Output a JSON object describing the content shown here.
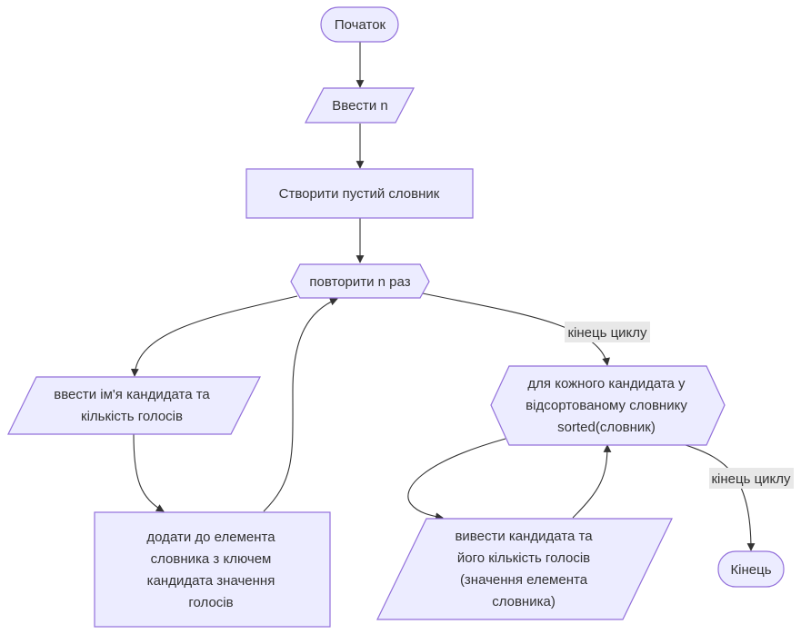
{
  "flowchart": {
    "nodes": {
      "start": [
        "Початок"
      ],
      "input_n": [
        "Ввести n"
      ],
      "create_dict": [
        "Створити пустий словник"
      ],
      "loop_n": [
        "повторити n раз"
      ],
      "input_candidate": [
        "ввести ім'я кандидата та",
        "кількість голосів"
      ],
      "add_to_dict": [
        "додати до елемента",
        "словника з ключем",
        "кандидата значення",
        "голосів"
      ],
      "loop_candidates": [
        "для кожного кандидата у",
        "відсортованому словнику",
        "sorted(словник)"
      ],
      "output_candidate": [
        "вивести кандидата та",
        "його кількість голосів",
        "(значення елемента",
        "словника)"
      ],
      "end": [
        "Кінець"
      ]
    },
    "edge_labels": {
      "loop_end_1": "кінець циклу",
      "loop_end_2": "кінець циклу"
    }
  },
  "colors": {
    "node_fill": "#ECECFF",
    "node_stroke": "#9370DB",
    "edge": "#333333",
    "label_bg": "#e8e8e8",
    "text": "#333333"
  }
}
